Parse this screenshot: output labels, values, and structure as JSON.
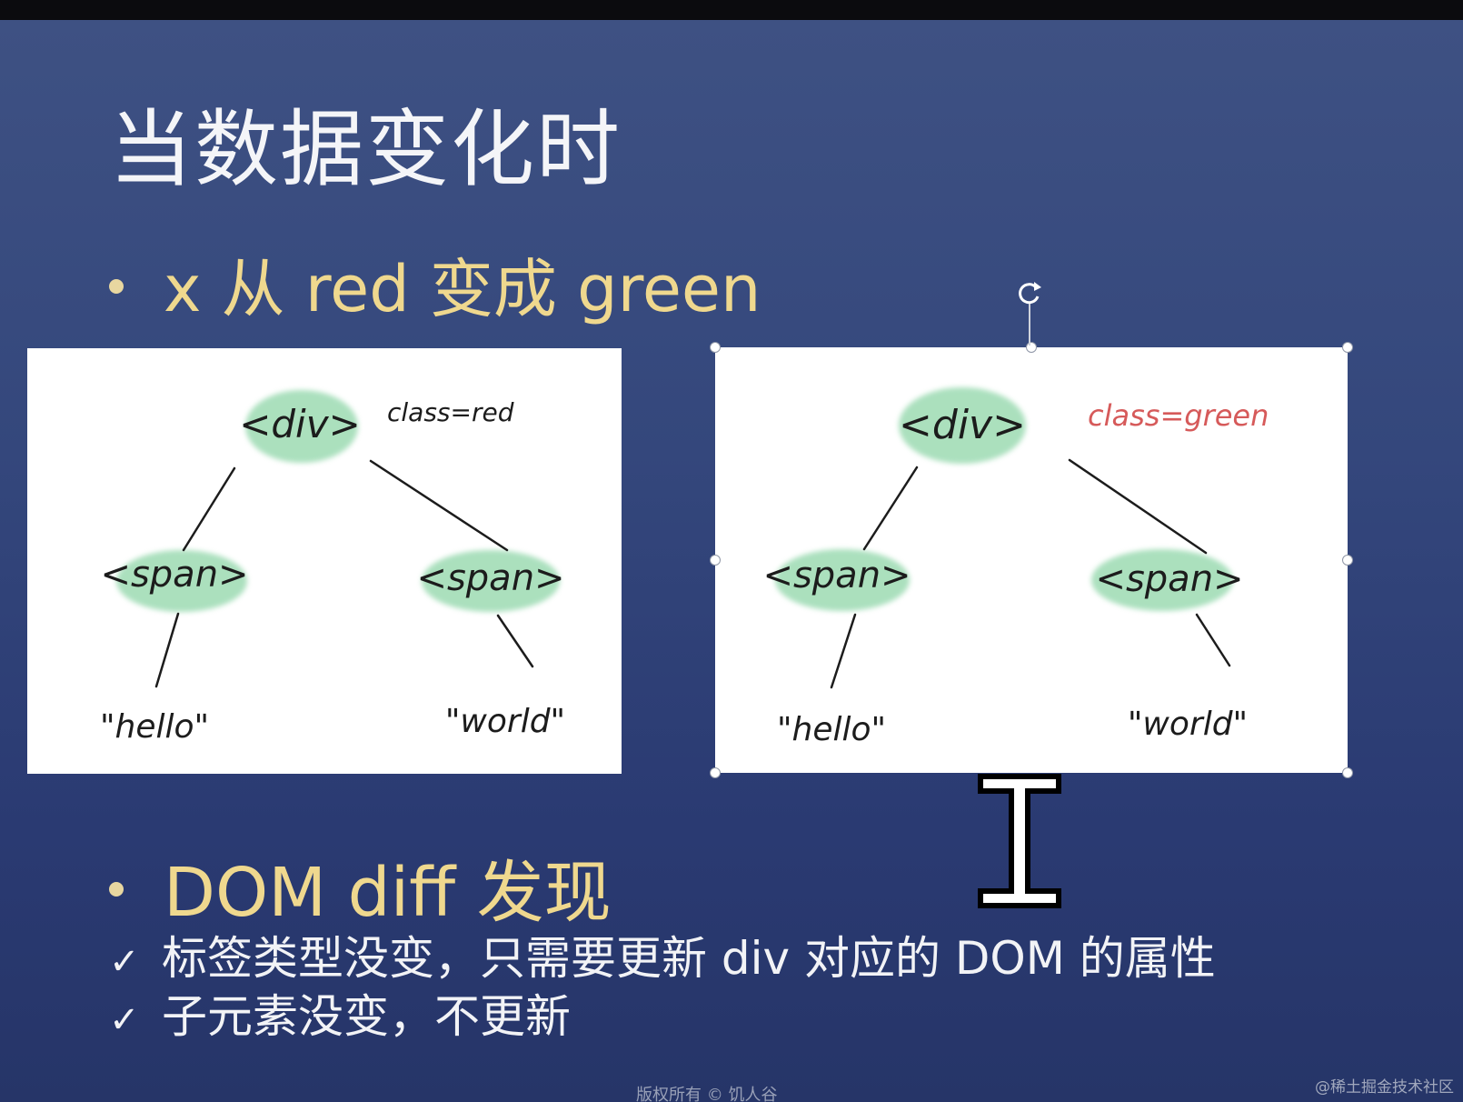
{
  "slide": {
    "title": "当数据变化时",
    "bullet1": "x 从 red 变成 green",
    "bullet2": "DOM diff 发现",
    "checks": [
      "标签类型没变，只需要更新 div 对应的 DOM 的属性",
      "子元素没变，不更新"
    ],
    "check_mark": "✓",
    "footer": "版权所有 © 饥人谷",
    "watermark": "@稀土掘金技术社区"
  },
  "diagram_left": {
    "root": "<div>",
    "attr": "class=red",
    "left_child": "<span>",
    "right_child": "<span>",
    "left_leaf": "\"hello\"",
    "right_leaf": "\"world\""
  },
  "diagram_right": {
    "root": "<div>",
    "attr": "class=green",
    "left_child": "<span>",
    "right_child": "<span>",
    "left_leaf": "\"hello\"",
    "right_leaf": "\"world\""
  },
  "colors": {
    "blob": "#8fd6a8",
    "attr_changed": "#d65a5a",
    "bullet_text": "#efd88e",
    "selection_handle": "#ffffff"
  },
  "icons": {
    "rotate": "rotate-handle-icon",
    "cursor": "text-cursor-icon"
  }
}
